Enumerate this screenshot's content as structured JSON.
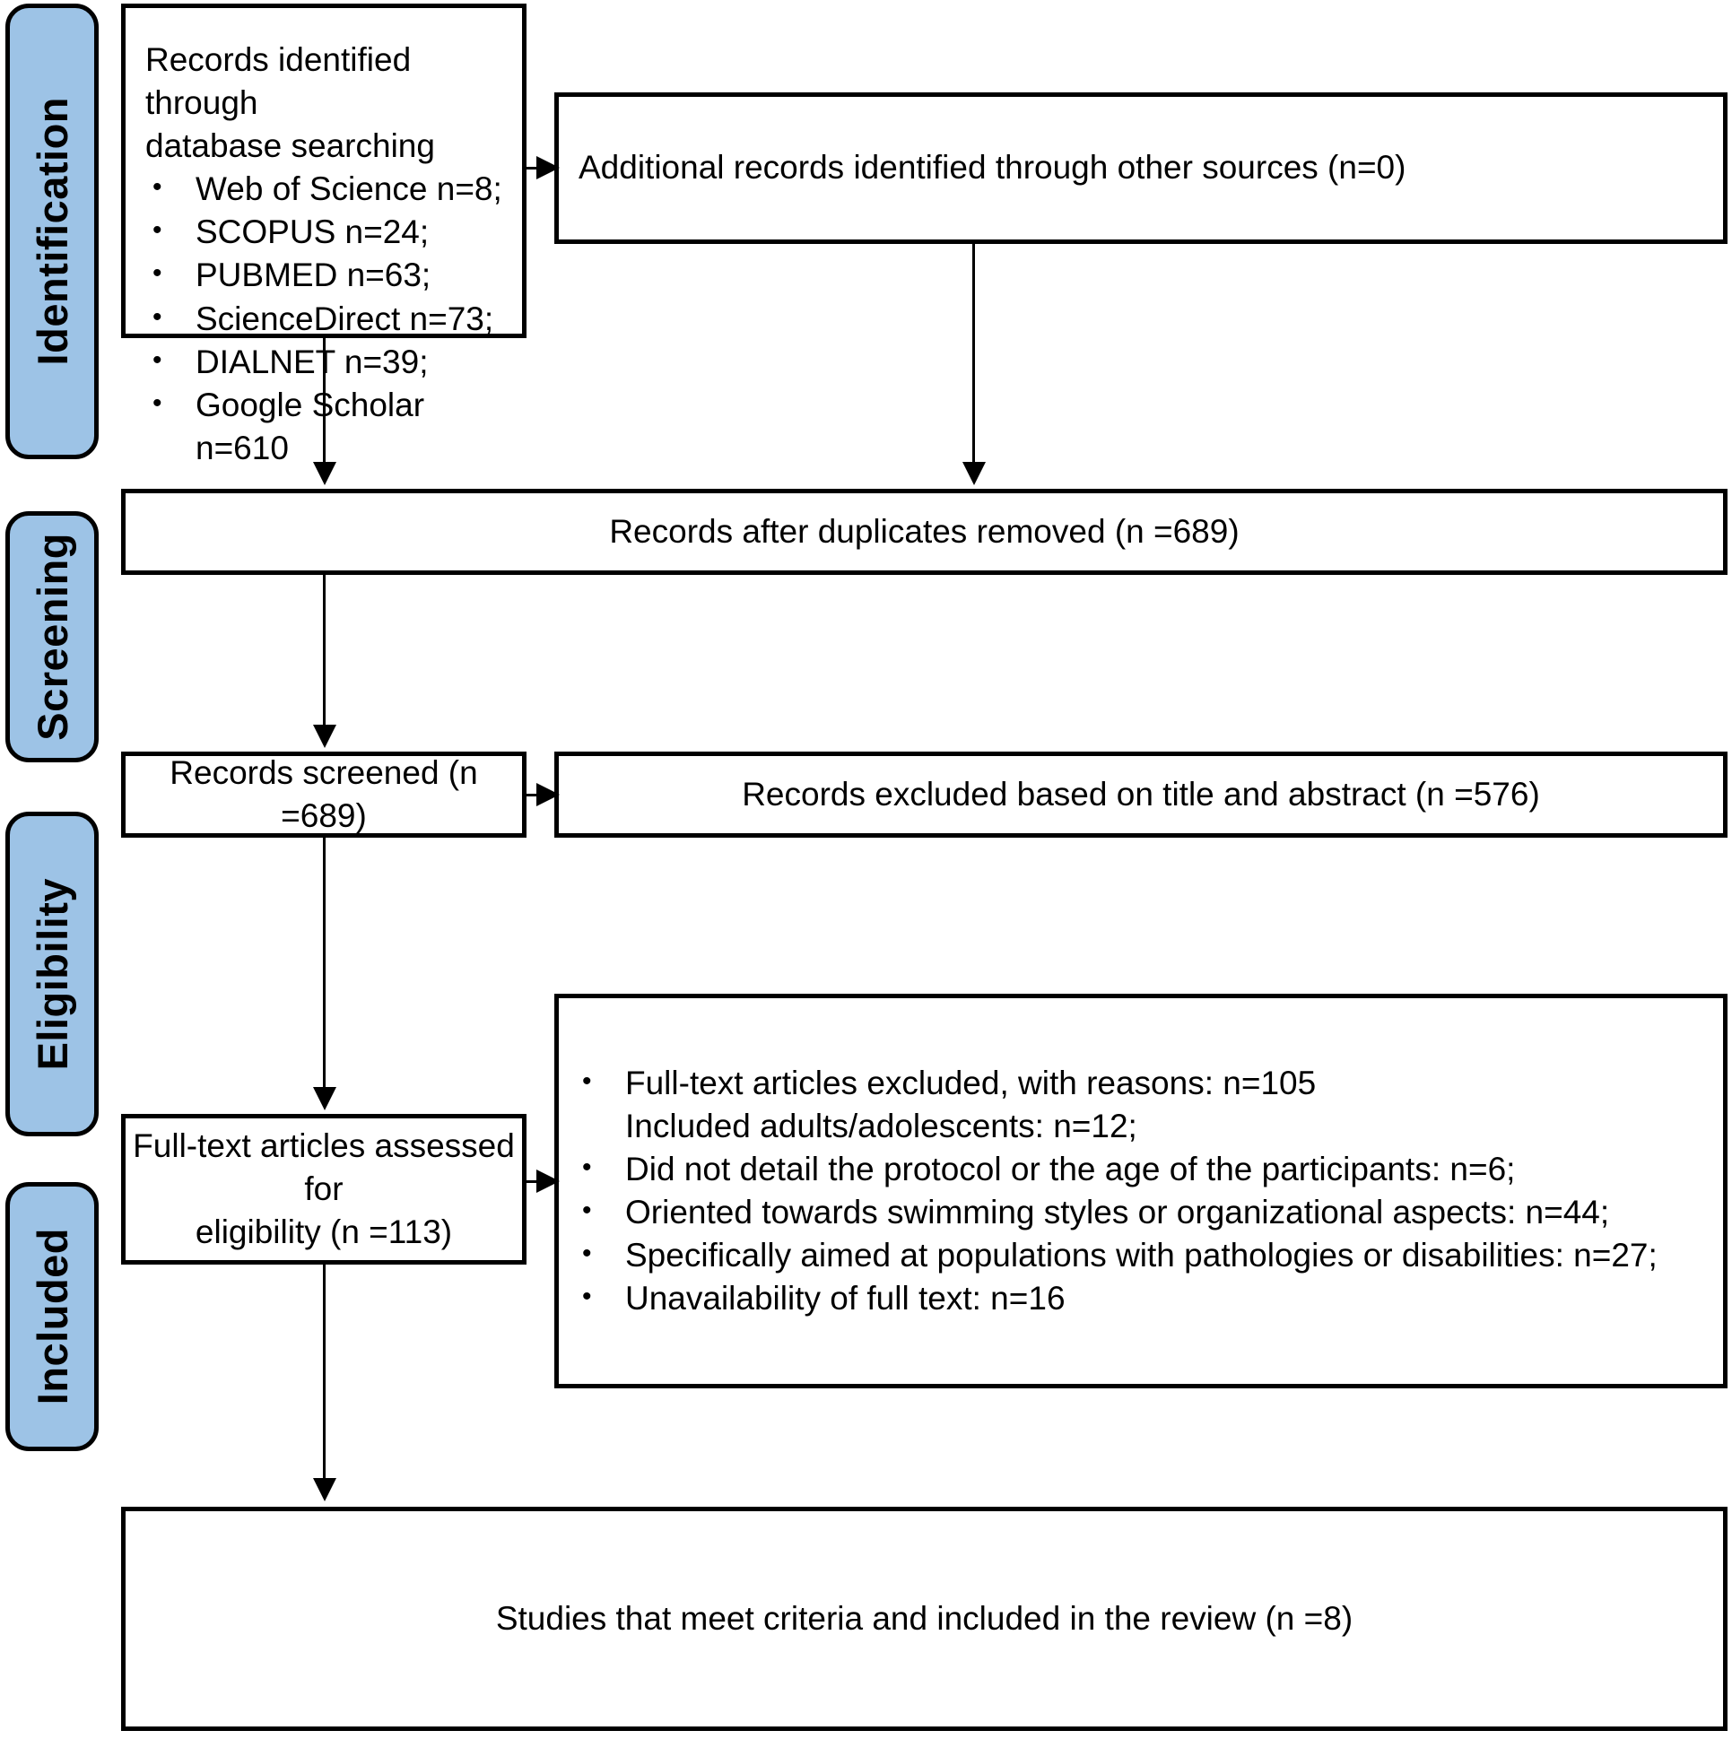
{
  "diagram": {
    "type": "prisma-flow-diagram",
    "title": "PRISMA flow diagram"
  },
  "stages": [
    {
      "id": "identification",
      "label": "Identification"
    },
    {
      "id": "screening",
      "label": "Screening"
    },
    {
      "id": "eligibility",
      "label": "Eligibility"
    },
    {
      "id": "included",
      "label": "Included"
    }
  ],
  "boxes": {
    "identified": {
      "heading_line1": "Records identified through",
      "heading_line2": "database searching",
      "items": [
        "Web of Science n=8;",
        "SCOPUS n=24;",
        "PUBMED n=63;",
        "ScienceDirect n=73;",
        "DIALNET n=39;",
        "Google Scholar n=610"
      ]
    },
    "additional": {
      "text": "Additional records identified through other sources (n=0)"
    },
    "duplicates_removed": {
      "text": "Records after duplicates removed (n =689)"
    },
    "screened": {
      "text": "Records screened (n =689)"
    },
    "excluded_title_abstract": {
      "text": "Records excluded based on title and abstract (n =576)"
    },
    "fulltext_assessed": {
      "line1": "Full-text articles assessed for",
      "line2": "eligibility (n =113)"
    },
    "fulltext_excluded": {
      "items": [
        {
          "bullet": true,
          "text": "Full-text articles excluded, with reasons: n=105"
        },
        {
          "bullet": false,
          "text": "Included adults/adolescents: n=12;"
        },
        {
          "bullet": true,
          "text": "Did not detail the protocol or the age of the participants: n=6;"
        },
        {
          "bullet": true,
          "text": "Oriented towards swimming styles or organizational aspects:\nn=44;"
        },
        {
          "bullet": true,
          "text": "Specifically aimed at populations with pathologies or disabilities:\nn=27;"
        },
        {
          "bullet": true,
          "text": "Unavailability of full text: n=16"
        }
      ]
    },
    "included_final": {
      "text": "Studies that meet criteria and included in the review (n =8)"
    }
  },
  "colors": {
    "stage_fill": "#9DC3E6",
    "stroke": "#000000",
    "box_fill": "#FFFFFF"
  }
}
